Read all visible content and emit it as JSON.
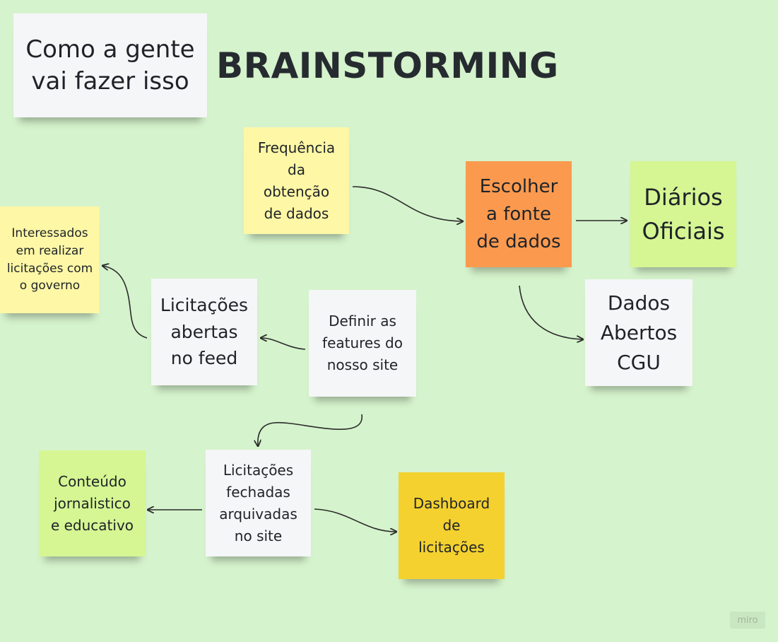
{
  "board": {
    "title": "BRAINSTORMING",
    "badge": "miro",
    "background": "#d5f3cc"
  },
  "notes": {
    "how": "Como a gente\nvai fazer isso",
    "frequency": "Frequência\nda\nobtenção\nde dados",
    "choose_source": "Escolher\na fonte\nde dados",
    "diarios": "Diários\nOficiais",
    "dados_abertos": "Dados\nAbertos\nCGU",
    "interested": "Interessados\nem realizar\nlicitações com\no governo",
    "open_bids": "Licitações\nabertas\nno feed",
    "define_features": "Definir as\nfeatures do\nnosso site",
    "closed_bids": "Licitações\nfechadas\narquivadas\nno site",
    "content": "Conteúdo\njornalistico\ne educativo",
    "dashboard": "Dashboard\nde\nlicitações"
  },
  "colors": {
    "white": "#f5f6f8",
    "light_yellow": "#fdf7a6",
    "orange": "#fb9a4f",
    "lime": "#d5f693",
    "yellow": "#f4d12f",
    "connector": "#2b2b2b"
  }
}
